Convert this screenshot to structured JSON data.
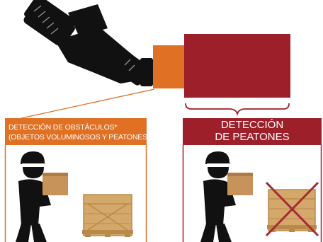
{
  "colors": {
    "orange": "#e07023",
    "red": "#9c1f2a",
    "tractor": "#111111",
    "crate": "#d4a86a",
    "crate_dark": "#b88a4a",
    "box": "#c8935a",
    "cross": "#a52a35"
  },
  "panels": {
    "left": {
      "title_line1": "DETECCIÓN DE OBSTÁCULOS*",
      "title_line2": "(OBJETOS VOLUMINOSOS Y PEATONES)"
    },
    "right": {
      "title_line1": "DETECCIÓN",
      "title_line2": "DE PEATONES"
    }
  },
  "icons": {
    "vehicle": "tractor-icon",
    "pedestrian_left": "worker-carrying-box-icon",
    "pedestrian_right": "worker-carrying-box-icon",
    "obstacle_left": "wooden-crate-icon",
    "obstacle_right": "wooden-crate-crossed-icon"
  }
}
